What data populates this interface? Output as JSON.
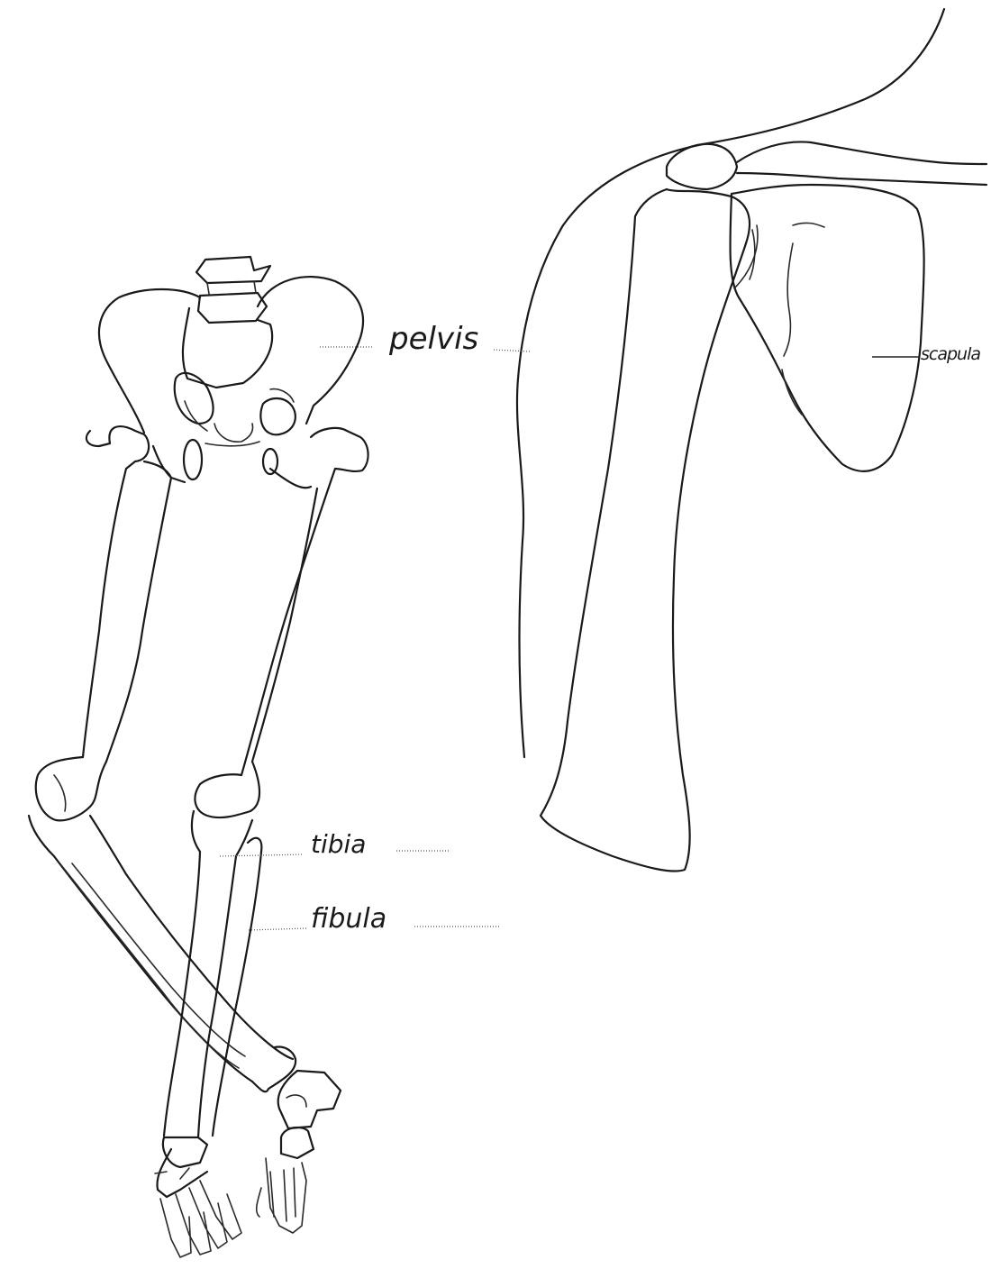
{
  "labels": {
    "pelvis": "pelvis",
    "scapula": "scapula",
    "tibia": "tibia",
    "fibula": "fibula"
  },
  "colors": {
    "ink": "#1a1a1a",
    "paper": "#ffffff"
  }
}
